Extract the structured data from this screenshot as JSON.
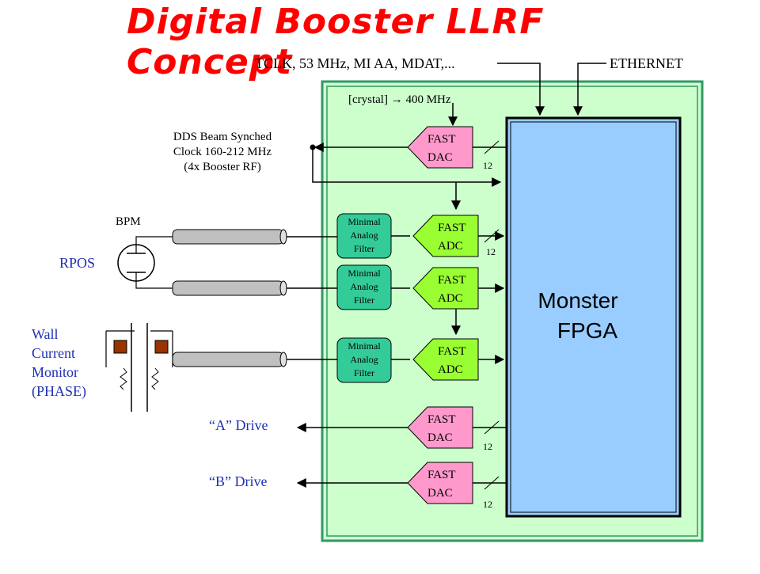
{
  "title": "Digital Booster LLRF Concept",
  "labels": {
    "top_inputs": "TCLK, 53 MHz, MI AA, MDAT,...",
    "ethernet": "ETHERNET",
    "crystal": "[crystal]  → 400 MHz",
    "dds_line1": "DDS Beam Synched",
    "dds_line2": "Clock 160-212 MHz",
    "dds_line3": "(4x Booster RF)",
    "bpm": "BPM",
    "rpos": "RPOS",
    "wall_line1": "Wall",
    "wall_line2": "Current",
    "wall_line3": "Monitor",
    "wall_line4": "(PHASE)",
    "a_drive": "“A”  Drive",
    "b_drive": "“B”  Drive",
    "fpga_line1": "Monster",
    "fpga_line2": "FPGA",
    "bus_width": "12"
  },
  "blocks": {
    "dac_top": [
      "FAST",
      "DAC"
    ],
    "adc1": [
      "FAST",
      "ADC"
    ],
    "adc2": [
      "FAST",
      "ADC"
    ],
    "adc3": [
      "FAST",
      "ADC"
    ],
    "dac_a": [
      "FAST",
      "DAC"
    ],
    "dac_b": [
      "FAST",
      "DAC"
    ],
    "filter": [
      "Minimal",
      "Analog",
      "Filter"
    ]
  },
  "colors": {
    "title": "#ff0000",
    "board": "#ccffcc",
    "board_border": "#339966",
    "fpga": "#99ccff",
    "dac": "#ff99cc",
    "adc": "#99ff33",
    "filter": "#33cc99",
    "blue_text": "#1f2fb3"
  }
}
